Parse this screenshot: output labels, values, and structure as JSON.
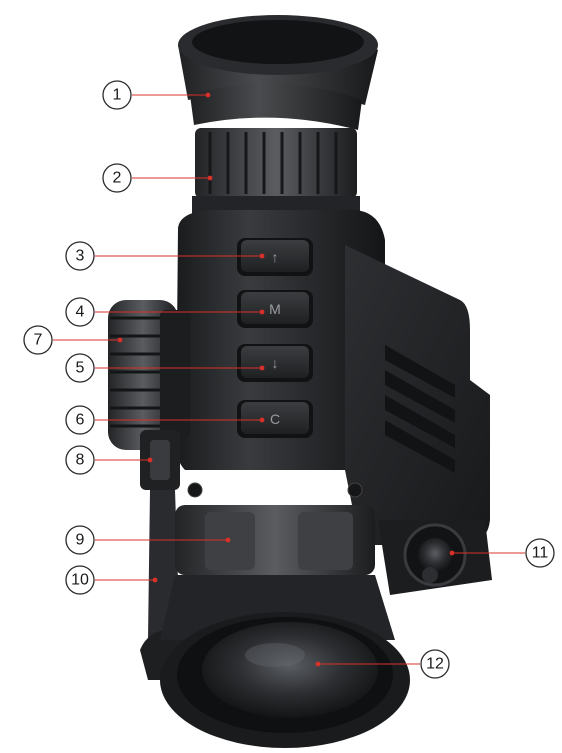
{
  "diagram": {
    "title": "",
    "colors": {
      "body_dark": "#1e1f21",
      "body_mid": "#2b2c2f",
      "body_light": "#3a3b3e",
      "highlight": "#55575b",
      "leader_line": "#d9302a",
      "callout_ring": "#2a2a2a"
    },
    "callouts": [
      {
        "id": "eyecup",
        "label": "1"
      },
      {
        "id": "diopter-ring",
        "label": "2"
      },
      {
        "id": "button-up",
        "label": "3"
      },
      {
        "id": "button-menu",
        "label": "4"
      },
      {
        "id": "button-down",
        "label": "5"
      },
      {
        "id": "button-camera",
        "label": "6"
      },
      {
        "id": "focus-knob",
        "label": "7"
      },
      {
        "id": "lens-cap-hinge",
        "label": "8"
      },
      {
        "id": "focus-ring",
        "label": "9"
      },
      {
        "id": "lens-cap",
        "label": "10"
      },
      {
        "id": "rangefinder",
        "label": "11"
      },
      {
        "id": "objective-lens",
        "label": "12"
      }
    ],
    "button_glyphs": {
      "up": "↑",
      "menu": "M",
      "down": "↓",
      "camera": "C"
    }
  }
}
